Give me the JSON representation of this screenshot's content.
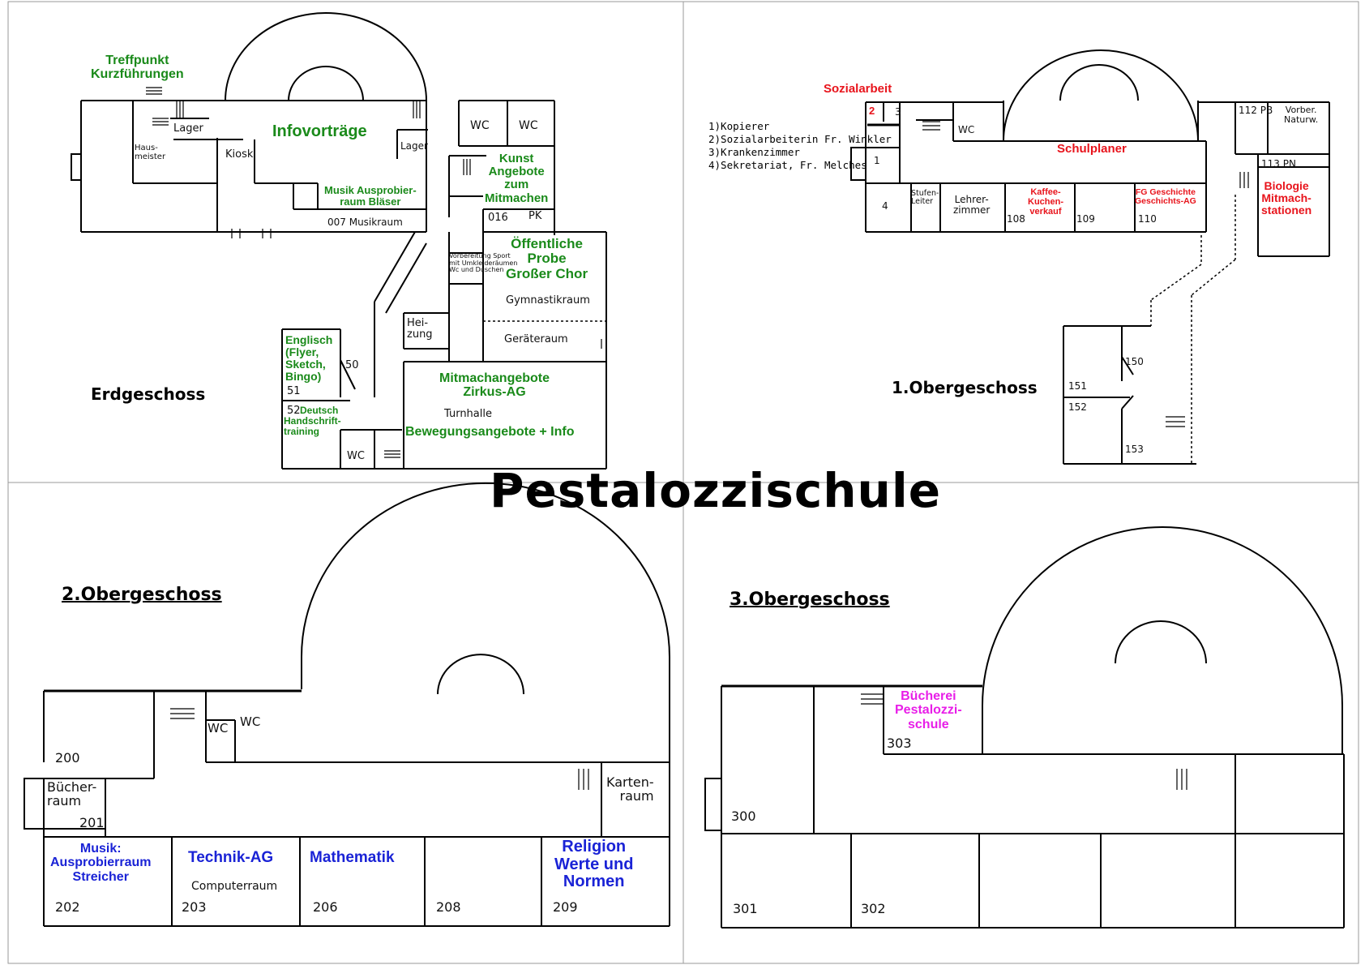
{
  "title": "Pestalozzischule",
  "floors": {
    "eg": {
      "name": "Erdgeschoss",
      "rooms": {
        "treffpunkt": "Treffpunkt\nKurzführungen",
        "lager1": "Lager",
        "hausmeister": "Haus-\nmeister",
        "kiosk": "Kiosk",
        "infovortraege": "Infovorträge",
        "lager2": "Lager",
        "wc1": "WC",
        "wc2": "WC",
        "musik_blaeser": "Musik Ausprobier-\nraum Bläser",
        "musikraum": "007 Musikraum",
        "kunst": "Kunst\nAngebote\nzum\nMitmachen",
        "r016": "016",
        "pk": "PK",
        "chor": "Öffentliche\nProbe\nGroßer Chor",
        "umkleide": "Vorbereitung Sport\nmit Umkleideräumen\nWc und Duschen",
        "gymnastik": "Gymnastikraum",
        "heizung": "Hei-\nzung",
        "geraete": "Geräteraum",
        "englisch": "Englisch\n(Flyer,\nSketch,\nBingo)",
        "r50": "50",
        "r51": "51",
        "r52": "52",
        "deutsch": "Deutsch\nHandschrift-\ntraining",
        "wc3": "WC",
        "mitmach": "Mitmachangebote\nZirkus-AG",
        "turnhalle": "Turnhalle",
        "bewegung": "Bewegungsangebote + Info"
      }
    },
    "og1": {
      "name": "1.Obergeschoss",
      "legend": [
        "1)Kopierer",
        "2)Sozialarbeiterin Fr. Winkler",
        "3)Krankenzimmer",
        "4)Sekretariat, Fr. Melches"
      ],
      "rooms": {
        "sozialarbeit": "Sozialarbeit",
        "r2": "2",
        "r3": "3",
        "r1": "1",
        "r4": "4",
        "wc": "WC",
        "schulplaner": "Schulplaner",
        "stufenleiter": "Stufen-\nLeiter",
        "lehrerzimmer": "Lehrer-\nzimmer",
        "r108": "108",
        "kaffee": "Kaffee-\nKuchen-\nverkauf",
        "r109": "109",
        "fg_geschichte": "FG Geschichte\nGeschichts-AG",
        "r110": "110",
        "r112": "112 PB",
        "vorber": "Vorber.\nNaturw.",
        "r113": "113 PN",
        "biologie": "Biologie\nMitmach-\nstationen",
        "r150": "150",
        "r151": "151",
        "r152": "152",
        "r153": "153"
      }
    },
    "og2": {
      "name": "2.Obergeschoss",
      "rooms": {
        "wc_small": "WC",
        "wc": "WC",
        "r200": "200",
        "buecherraum": "Bücher-\nraum",
        "r201": "201",
        "kartenraum": "Karten-\nraum",
        "musik": "Musik:\nAusprobierraum\nStreicher",
        "r202": "202",
        "technik": "Technik-AG",
        "computerraum": "Computerraum",
        "r203": "203",
        "mathematik": "Mathematik",
        "r206": "206",
        "r208": "208",
        "religion": "Religion\nWerte und\nNormen",
        "r209": "209"
      }
    },
    "og3": {
      "name": "3.Obergeschoss",
      "rooms": {
        "buecherei": "Bücherei\nPestalozzi-\nschule",
        "r303": "303",
        "r300": "300",
        "r301": "301",
        "r302": "302"
      }
    }
  },
  "colors": {
    "green": "#1a8a1a",
    "red": "#e8141c",
    "blue": "#1a23d6",
    "magenta": "#e81ee8"
  }
}
